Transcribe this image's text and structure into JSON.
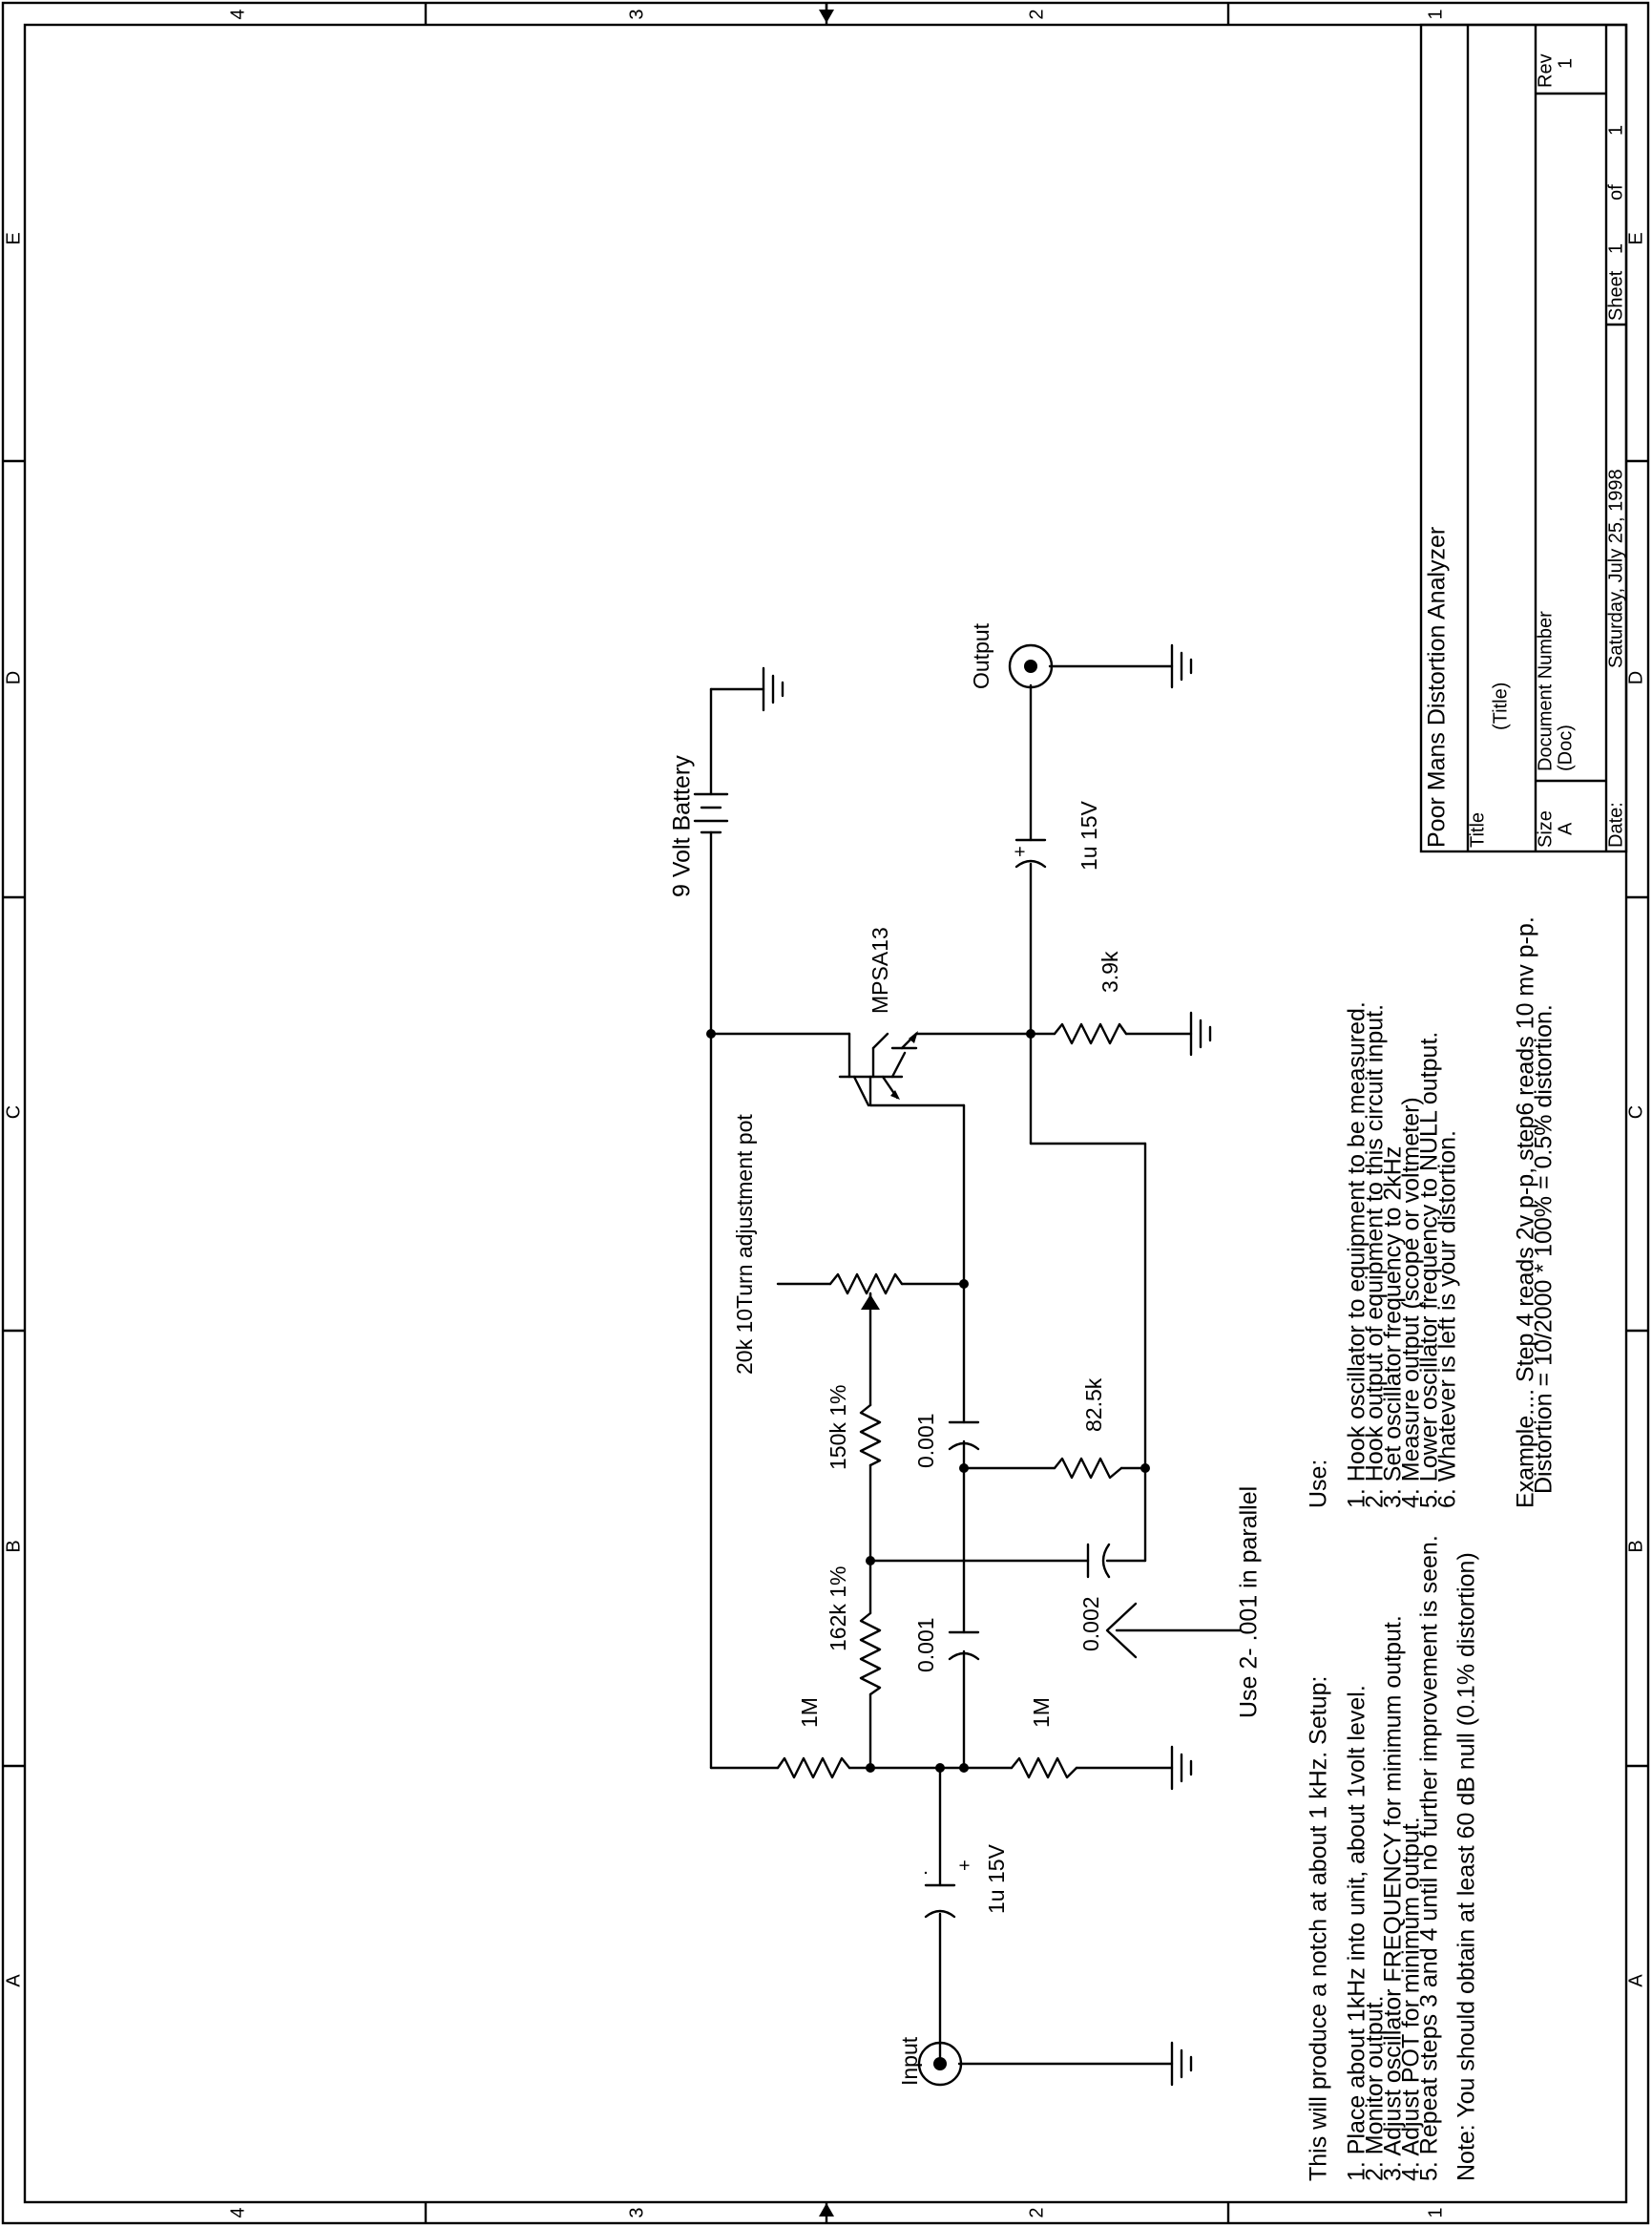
{
  "title_block": {
    "project": "Poor Mans Distortion Analyzer",
    "title_label": "Title",
    "title_value": "(Title)",
    "size_label": "Size",
    "size_value": "A",
    "docnum_label": "Document Number",
    "docnum_value": "(Doc)",
    "rev_label": "Rev",
    "rev_value": "1",
    "date_label": "Date:",
    "date_value": "Saturday, July 25, 1998",
    "sheet_label": "Sheet",
    "sheet_num": "1",
    "of_label": "of",
    "sheet_total": "1"
  },
  "zones": {
    "numbers": [
      "4",
      "3",
      "2",
      "1"
    ],
    "letters": [
      "E",
      "D",
      "C",
      "B",
      "A"
    ]
  },
  "components": {
    "input": "Input",
    "output": "Output",
    "battery": "9 Volt Battery",
    "transistor": "MPSA13",
    "r_emitter": "3.9k",
    "c_out": "1u 15V",
    "c_in": "1u 15V",
    "pot": "20k 10Turn adjustment pot",
    "r150": "150k 1%",
    "r162": "162k 1%",
    "c001_top": "0.001",
    "c001_bot": "0.001",
    "r825": "82.5k",
    "c002": "0.002",
    "r1m_left": "1M",
    "r1m_right": "1M",
    "parallel_note": "Use 2- .001 in parallel",
    "plus": "+"
  },
  "setup_notes": {
    "heading": "This will produce a notch at about 1 kHz. Setup:",
    "lines": [
      "1. Place about 1kHz into unit, about 1volt level.",
      "2. Monitor output.",
      "3. Adjust oscillator FREQUENCY for minimum output.",
      "4. Adjust POT for minimum output.",
      "5. Repeat steps 3 and 4 until no further improvement is seen."
    ],
    "note": "Note: You should obtain at least 60 dB null (0.1% distortion)"
  },
  "use_notes": {
    "heading": "Use:",
    "lines": [
      "1. Hook oscillator to equipment to be measured.",
      "2. Hook output of equipment to this circuit input.",
      "3. Set oscillator frequency to 2kHz",
      "4. Measure output (scope or voltmeter)",
      "5. Lower oscillator frequency to NULL output.",
      "6. Whatever is left is your distortion."
    ],
    "example": [
      "Example.... Step 4 reads 2v p-p, step6 reads 10 mv p-p.",
      "Distortion = 10/2000 * 100% = 0.5% distortion."
    ]
  }
}
